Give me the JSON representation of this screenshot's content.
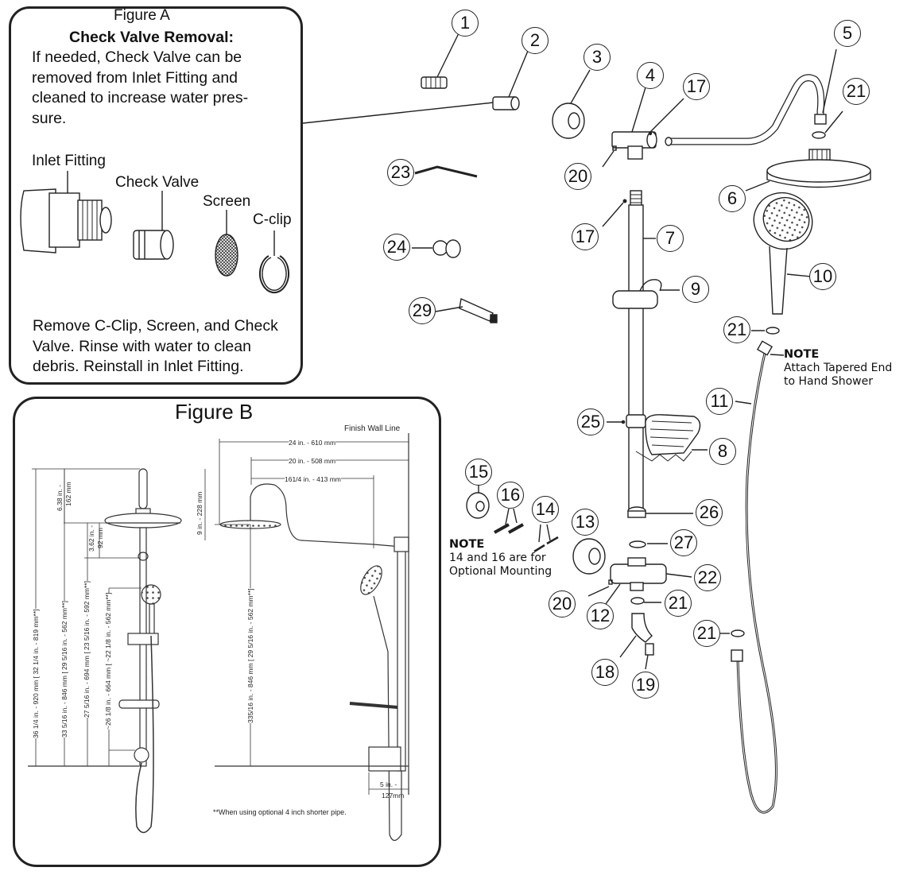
{
  "figure_a": {
    "title": "Figure A",
    "heading": "Check Valve Removal:",
    "intro_lines": [
      "If needed, Check Valve can be",
      "removed from Inlet Fitting and",
      "cleaned to increase water pres-",
      "sure."
    ],
    "labels": {
      "inlet_fitting": "Inlet Fitting",
      "check_valve": "Check Valve",
      "screen": "Screen",
      "c_clip": "C-clip"
    },
    "instructions_lines": [
      "Remove C-Clip, Screen, and Check",
      "Valve. Rinse with water to clean",
      "debris. Reinstall in Inlet Fitting."
    ]
  },
  "figure_b": {
    "title": "Figure B",
    "finish_wall_line": "Finish Wall Line",
    "dims": {
      "w24": "24 in. - 610 mm",
      "w20": "20 in. - 508 mm",
      "w16": "161/4 in. - 413 mm",
      "h638": "6.38 in. -",
      "h638b": "162 mm",
      "h9": "9 in. - 228 mm",
      "h362": "3.62 in. -",
      "h362b": "92 mm",
      "v36": "36 1/4 in. - 920 mm [ 32 1/4 in. - 819 mm**]",
      "v33": "33 5/16 in. - 846 mm [ 29 5/16 in. - 562 mm**]",
      "v27": "27 5/16 in. - 694 mm [ 23 5/16 in. - 592 mm**]",
      "v26": "~26 1/8 in. - 664 mm [ ~22 1/8 in. - 562 mm**]",
      "v335": "335/16 in. - 846 mm [ 29 5/16 in. - 562 mm**]",
      "w5": "5 in. -",
      "w5b": "127mm"
    },
    "footnote": "**When using optional 4 inch shorter pipe."
  },
  "callouts": {
    "c1": "1",
    "c2": "2",
    "c3": "3",
    "c4": "4",
    "c5": "5",
    "c6": "6",
    "c7": "7",
    "c8": "8",
    "c9": "9",
    "c10": "10",
    "c11": "11",
    "c12": "12",
    "c13": "13",
    "c14": "14",
    "c15": "15",
    "c16": "16",
    "c17a": "17",
    "c17b": "17",
    "c18": "18",
    "c19": "19",
    "c20a": "20",
    "c20b": "20",
    "c21a": "21",
    "c21b": "21",
    "c21c": "21",
    "c21d": "21",
    "c22": "22",
    "c23": "23",
    "c24": "24",
    "c25": "25",
    "c26": "26",
    "c27": "27",
    "c29": "29"
  },
  "notes": {
    "hose_note_title": "NOTE",
    "hose_note_lines": [
      "Attach Tapered End",
      "to Hand Shower"
    ],
    "mount_note_title": "NOTE",
    "mount_note_lines": [
      "14 and 16 are for",
      "Optional Mounting"
    ]
  }
}
